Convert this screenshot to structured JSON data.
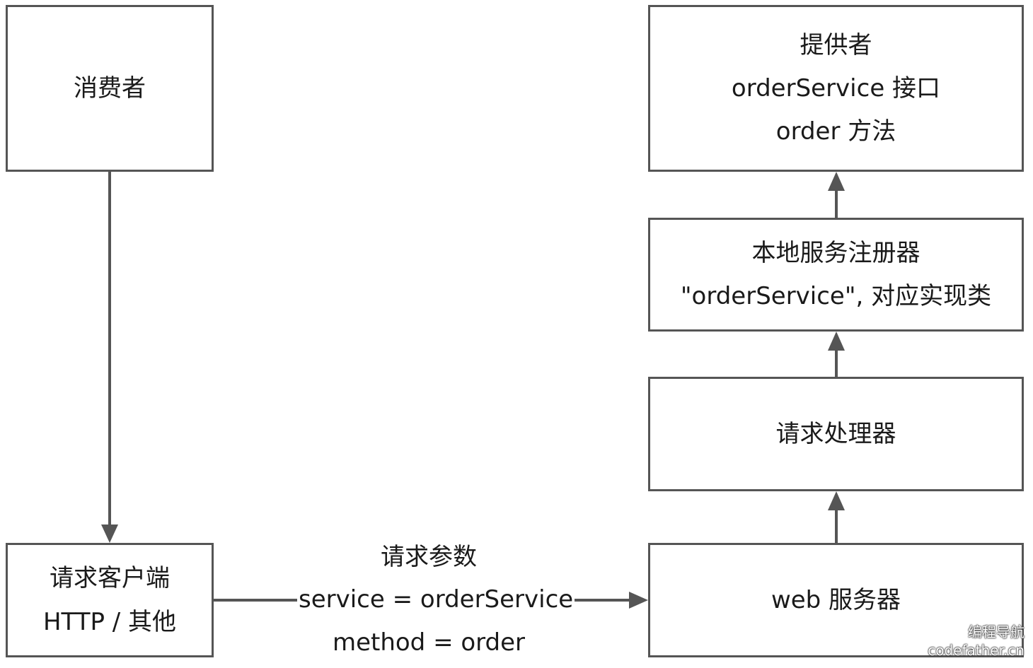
{
  "nodes": {
    "consumer": {
      "lines": [
        "消费者"
      ]
    },
    "client": {
      "lines": [
        "请求客户端",
        "HTTP / 其他"
      ]
    },
    "provider": {
      "lines": [
        "提供者",
        "orderService 接口",
        "order 方法"
      ]
    },
    "registry": {
      "lines": [
        "本地服务注册器",
        "\"orderService\", 对应实现类"
      ]
    },
    "handler": {
      "lines": [
        "请求处理器"
      ]
    },
    "web": {
      "lines": [
        "web 服务器"
      ]
    }
  },
  "request_params": {
    "title": "请求参数",
    "service": "service = orderService",
    "method": "method = order"
  },
  "watermark": {
    "line1": "编程导航",
    "line2": "codefather.cn"
  },
  "colors": {
    "stroke": "#555555",
    "text": "#1a1a1a"
  }
}
